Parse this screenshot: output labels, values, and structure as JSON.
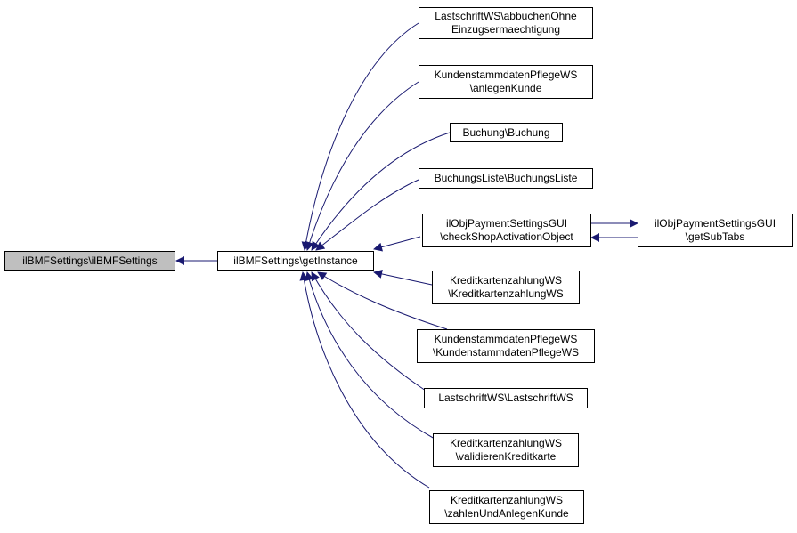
{
  "colors": {
    "edge": "#191970",
    "node_border": "#000000",
    "current_fill": "#bfbfbf",
    "node_fill": "#ffffff"
  },
  "nodes": {
    "root": {
      "line1": "ilBMFSettings\\ilBMFSettings"
    },
    "getinst": {
      "line1": "ilBMFSettings\\getInstance"
    },
    "abbuchen": {
      "line1": "LastschriftWS\\abbuchenOhne",
      "line2": "Einzugsermaechtigung"
    },
    "anlegen": {
      "line1": "KundenstammdatenPflegeWS",
      "line2": "\\anlegenKunde"
    },
    "buchung": {
      "line1": "Buchung\\Buchung"
    },
    "liste": {
      "line1": "BuchungsListe\\BuchungsListe"
    },
    "checkshop": {
      "line1": "ilObjPaymentSettingsGUI",
      "line2": "\\checkShopActivationObject"
    },
    "subtabs": {
      "line1": "ilObjPaymentSettingsGUI",
      "line2": "\\getSubTabs"
    },
    "kkws": {
      "line1": "KreditkartenzahlungWS",
      "line2": "\\KreditkartenzahlungWS"
    },
    "ksws": {
      "line1": "KundenstammdatenPflegeWS",
      "line2": "\\KundenstammdatenPflegeWS"
    },
    "lsws": {
      "line1": "LastschriftWS\\LastschriftWS"
    },
    "valid": {
      "line1": "KreditkartenzahlungWS",
      "line2": "\\validierenKreditkarte"
    },
    "zahlen": {
      "line1": "KreditkartenzahlungWS",
      "line2": "\\zahlenUndAnlegenKunde"
    }
  }
}
